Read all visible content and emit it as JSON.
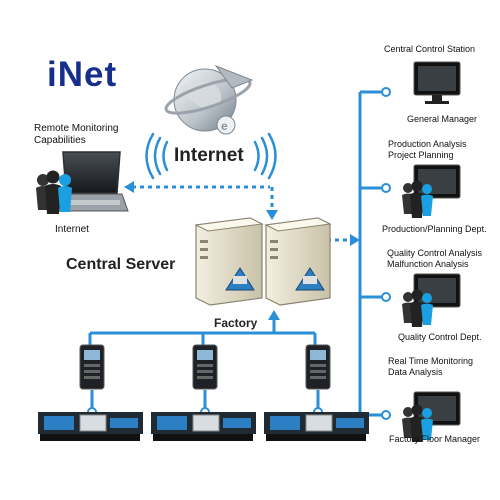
{
  "brand": "iNet",
  "remote": {
    "title_line1": "Remote Monitoring",
    "title_line2": "Capabilities",
    "caption": "Internet"
  },
  "internet_label": "Internet",
  "server_label": "Central Server",
  "factory_label": "Factory",
  "stations": [
    {
      "title_lines": [
        "Central Control Station"
      ],
      "caption": "General Manager"
    },
    {
      "title_lines": [
        "Production Analysis",
        "Project Planning"
      ],
      "caption": "Production/Planning Dept."
    },
    {
      "title_lines": [
        "Quality Control Analysis",
        "Malfunction Analysis"
      ],
      "caption": "Quality Control Dept."
    },
    {
      "title_lines": [
        "Real Time Monitoring",
        "Data Analysis"
      ],
      "caption": "Factory Floor Manager"
    }
  ],
  "colors": {
    "brand": "#162e8c",
    "line": "#2a8fd6",
    "person_accent": "#1aa0e0",
    "screen": "#111111",
    "machine": "#2d7fc4"
  },
  "icons": [
    "globe-icon",
    "wifi-signal-icon",
    "laptop-icon",
    "people-icon",
    "server-icon",
    "monitor-icon",
    "controller-icon",
    "injection-machine-icon"
  ]
}
